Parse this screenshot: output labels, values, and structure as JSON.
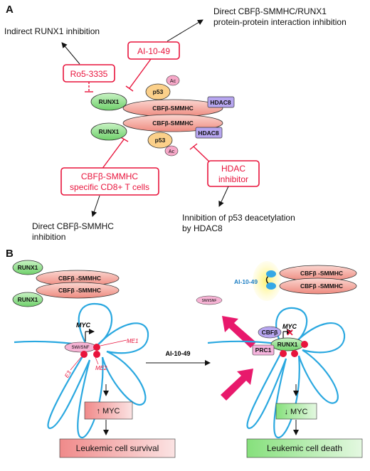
{
  "panel_a": {
    "label": "A",
    "indirect_inhibition": "Indirect RUNX1 inhibition",
    "direct_ppi_line1": "Direct CBFβ-SMMHC/RUNX1",
    "direct_ppi_line2": "protein-protein interaction inhibition",
    "drug_ro": "Ro5-3335",
    "drug_ai": "AI-10-49",
    "runx1": "RUNX1",
    "p53": "p53",
    "ac": "Ac",
    "cbfb_smmhc": "CBFβ-SMMHC",
    "hdac8": "HDAC8",
    "tcell_line1": "CBFβ-SMMHC",
    "tcell_line2": "specific CD8+ T cells",
    "hdac_inh_line1": "HDAC",
    "hdac_inh_line2": "inhibitor",
    "direct_cbfb_line1": "Direct CBFβ-SMMHC",
    "direct_cbfb_line2": "inhibition",
    "p53_deac_line1": "Innibition of p53 deacetylation",
    "p53_deac_line2": "by HDAC8"
  },
  "panel_b": {
    "label": "B",
    "runx1": "RUNX1",
    "cbfb_smmhc": "CBFβ -SMMHC",
    "ai_compound": "AI-10-49",
    "swisnf": "SWI/SNF",
    "myc": "MYC",
    "me1": "ME1",
    "me2": "ME2",
    "e3": "E3",
    "arrow_label": "AI-10-49",
    "cbfb": "CBFβ",
    "prc1": "PRC1",
    "myc_up": "↑ MYC",
    "myc_down": "↓ MYC",
    "survival": "Leukemic cell survival",
    "death": "Leukemic cell death"
  },
  "colors": {
    "accent_red": "#e8143c",
    "chromatin_blue": "#2aa8e0",
    "runx1_green": "#7ddc7a",
    "cbfb_salmon": "#f3a096",
    "p53_orange": "#fbd08a",
    "hdac_purple": "#b7a6f0",
    "ac_pink": "#f6a8c8",
    "magenta_arrow": "#e8196c"
  }
}
